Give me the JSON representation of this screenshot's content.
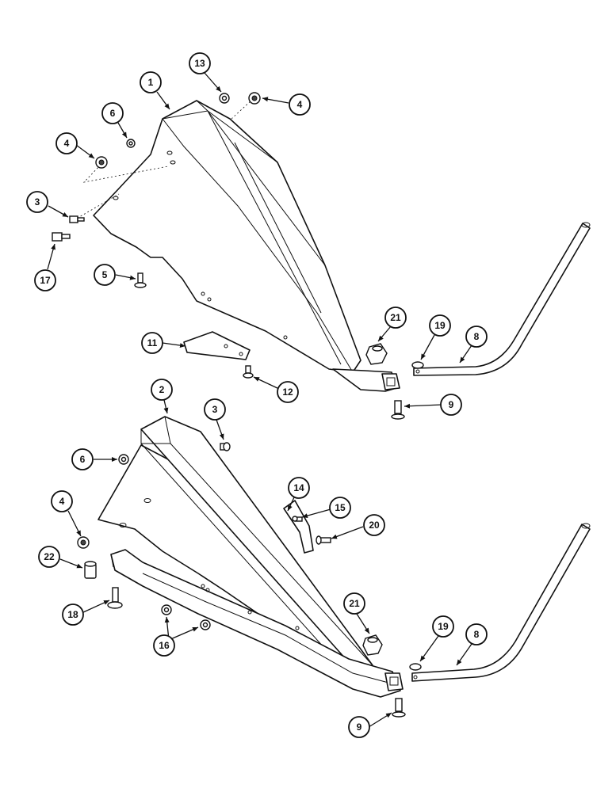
{
  "callouts": [
    {
      "id": "c1",
      "label": "1"
    },
    {
      "id": "c13",
      "label": "13"
    },
    {
      "id": "c4a",
      "label": "4"
    },
    {
      "id": "c6a",
      "label": "6"
    },
    {
      "id": "c4b",
      "label": "4"
    },
    {
      "id": "c3a",
      "label": "3"
    },
    {
      "id": "c17",
      "label": "17"
    },
    {
      "id": "c5",
      "label": "5"
    },
    {
      "id": "c11",
      "label": "11"
    },
    {
      "id": "c12",
      "label": "12"
    },
    {
      "id": "c21a",
      "label": "21"
    },
    {
      "id": "c19a",
      "label": "19"
    },
    {
      "id": "c8a",
      "label": "8"
    },
    {
      "id": "c9a",
      "label": "9"
    },
    {
      "id": "c2",
      "label": "2"
    },
    {
      "id": "c3b",
      "label": "3"
    },
    {
      "id": "c6b",
      "label": "6"
    },
    {
      "id": "c14",
      "label": "14"
    },
    {
      "id": "c15",
      "label": "15"
    },
    {
      "id": "c20",
      "label": "20"
    },
    {
      "id": "c4c",
      "label": "4"
    },
    {
      "id": "c22",
      "label": "22"
    },
    {
      "id": "c18",
      "label": "18"
    },
    {
      "id": "c16",
      "label": "16"
    },
    {
      "id": "c21b",
      "label": "21"
    },
    {
      "id": "c19b",
      "label": "19"
    },
    {
      "id": "c8b",
      "label": "8"
    },
    {
      "id": "c9b",
      "label": "9"
    }
  ]
}
